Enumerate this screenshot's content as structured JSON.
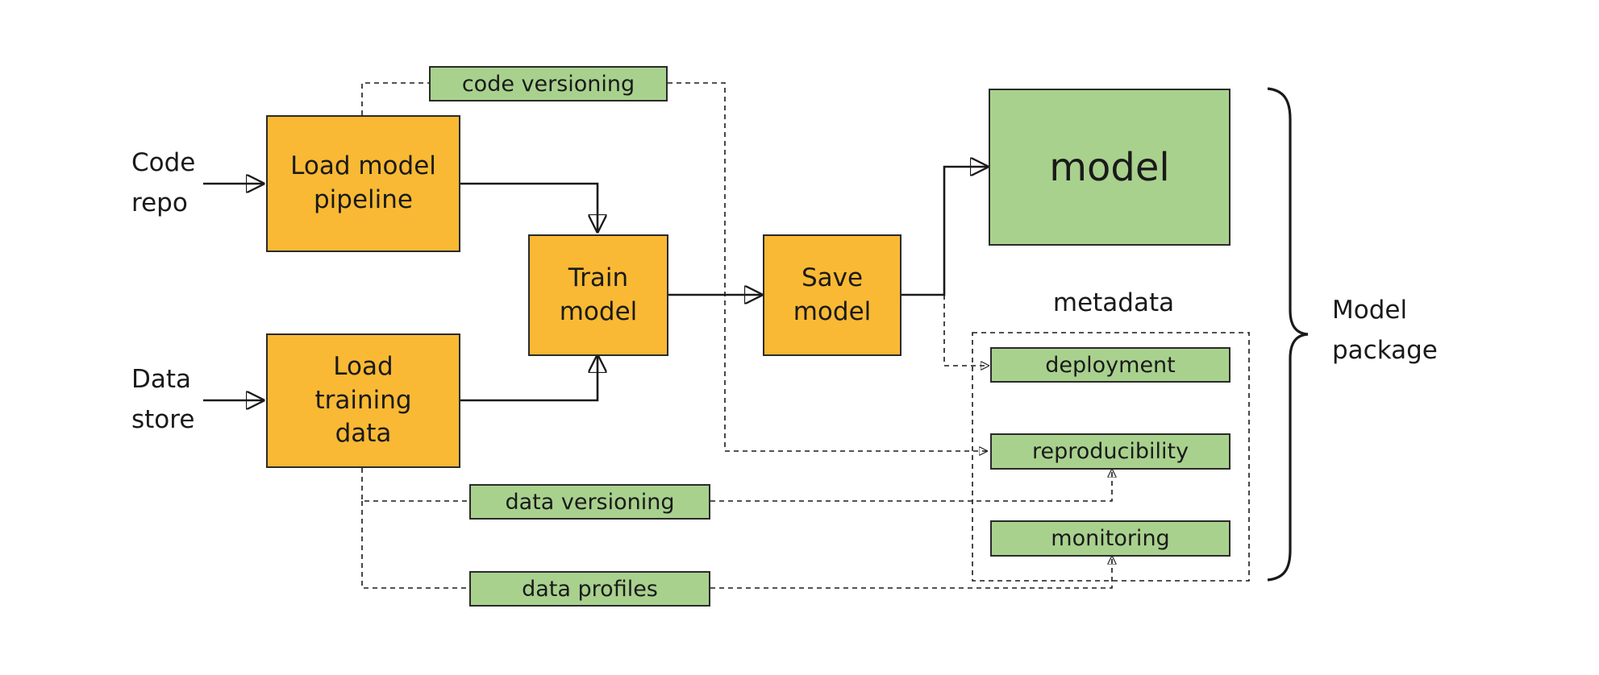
{
  "inputs": {
    "code_repo": "Code\nrepo",
    "data_store": "Data\nstore"
  },
  "steps": {
    "load_model_pipeline": "Load model\npipeline",
    "load_training_data": "Load\ntraining\ndata",
    "train_model": "Train\nmodel",
    "save_model": "Save\nmodel"
  },
  "artifacts": {
    "code_versioning": "code versioning",
    "data_versioning": "data versioning",
    "data_profiles": "data profiles"
  },
  "package": {
    "model": "model",
    "metadata_title": "metadata",
    "metadata_items": [
      "deployment",
      "reproducibility",
      "monitoring"
    ],
    "label": "Model\npackage"
  },
  "colors": {
    "step_fill": "#f9b934",
    "artifact_fill": "#a9d18e",
    "stroke": "#1a1a1a"
  }
}
